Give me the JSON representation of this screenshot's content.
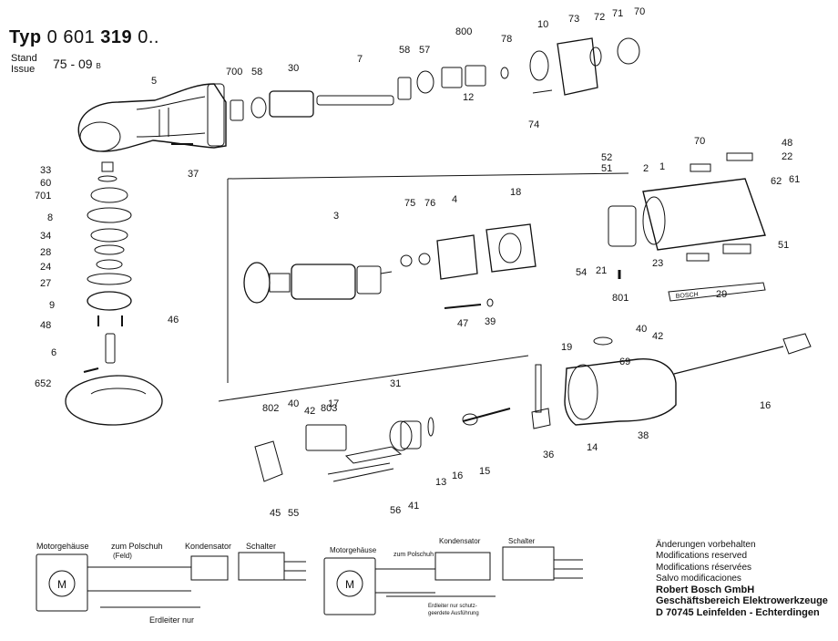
{
  "header": {
    "typ_label": "Typ",
    "typ_number": "0 601",
    "typ_bold": "319",
    "typ_suffix": "0..",
    "stand_label": "Stand",
    "issue_label": "Issue",
    "stand_value": "75 - 09",
    "stand_suffix": "B"
  },
  "part_numbers": [
    "700",
    "58",
    "30",
    "7",
    "58",
    "57",
    "800",
    "12",
    "78",
    "10",
    "73",
    "72",
    "71",
    "70",
    "74",
    "5",
    "37",
    "33",
    "60",
    "701",
    "8",
    "34",
    "28",
    "24",
    "27",
    "9",
    "48",
    "46",
    "6",
    "652",
    "3",
    "75",
    "76",
    "4",
    "18",
    "52",
    "51",
    "2",
    "1",
    "70",
    "48",
    "22",
    "62",
    "61",
    "51",
    "54",
    "21",
    "801",
    "23",
    "29",
    "47",
    "39",
    "40",
    "42",
    "19",
    "69",
    "16",
    "803",
    "17",
    "31",
    "802",
    "40",
    "42",
    "13",
    "16",
    "15",
    "36",
    "14",
    "38",
    "45",
    "55",
    "56",
    "41"
  ],
  "labels": {
    "bosch": "BOSCH"
  },
  "wiring_left": {
    "motorgehaeuse": "Motorgehäuse",
    "polschuh": "zum Polschuh",
    "feld": "(Feld)",
    "kondensator": "Kondensator",
    "schalter": "Schalter",
    "motor": "M",
    "erdleiter": "Erdleiter nur"
  },
  "wiring_right": {
    "motorgehaeuse": "Motorgehäuse",
    "polschuh": "zum Polschuh",
    "kondensator": "Kondensator",
    "schalter": "Schalter",
    "motor": "M",
    "erdleiter1": "Erdleiter nur schutz-",
    "erdleiter2": "geerdete Ausführung"
  },
  "notes": {
    "line1": "Änderungen vorbehalten",
    "line2": "Modifications reserved",
    "line3": "Modifications réservées",
    "line4": "Salvo modificaciones",
    "company": "Robert Bosch GmbH",
    "division": "Geschäftsbereich Elektrowerkzeuge",
    "address": "D 70745 Leinfelden - Echterdingen"
  }
}
